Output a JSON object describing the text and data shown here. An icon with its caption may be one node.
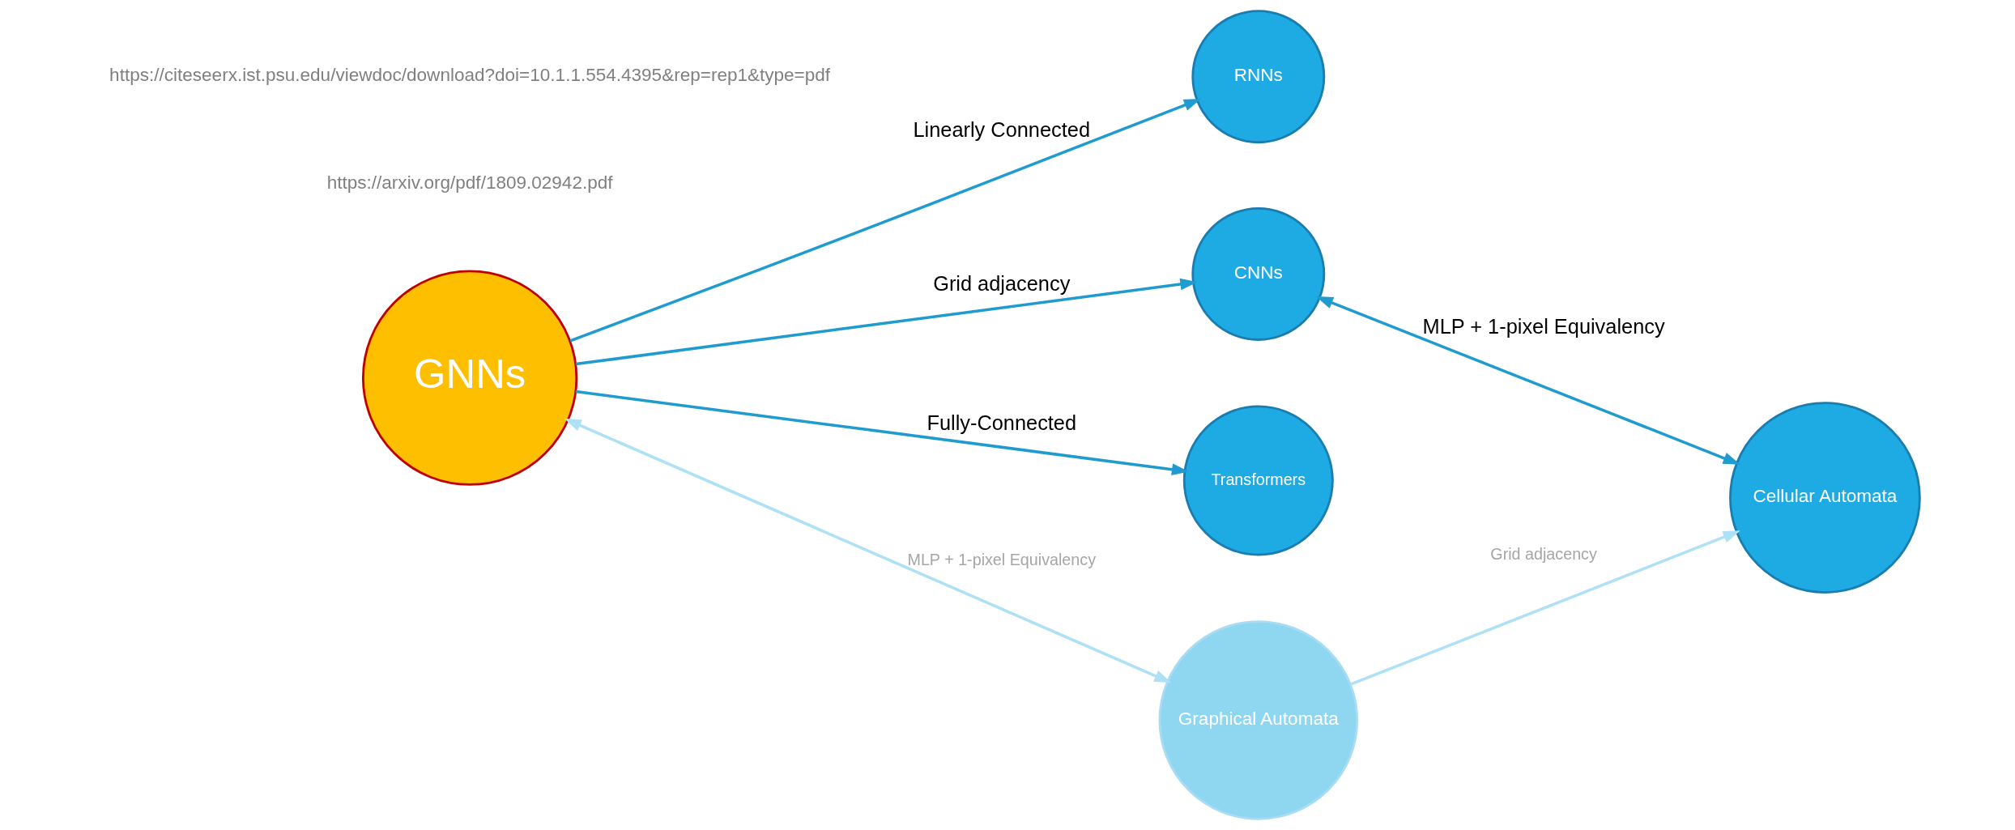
{
  "diagram": {
    "nodes": [
      {
        "text": [
          "RNNs"
        ]
      },
      {
        "text": [
          "CNNs"
        ]
      },
      {
        "text": [
          "GNNs"
        ]
      },
      {
        "text": [
          "Cellular Automata"
        ]
      },
      {
        "text": [
          "Transformers"
        ]
      },
      {
        "text": [
          "Graphical Automata"
        ]
      }
    ],
    "edges": [
      {
        "from": 2,
        "to": 0,
        "arrow": "to",
        "label": "Linearly Connected"
      },
      {
        "from": 2,
        "to": 1,
        "arrow": "to",
        "label": "Grid adjacency"
      },
      {
        "from": 1,
        "to": 3,
        "arrow": "both",
        "label": "MLP + 1-pixel Equivalency"
      },
      {
        "from": 2,
        "to": 4,
        "arrow": "to",
        "label": "Fully-Connected"
      },
      {
        "from": 2,
        "to": 5,
        "arrow": "both",
        "label": "MLP + 1-pixel Equivalency",
        "color": "#aee0f6"
      },
      {
        "from": 5,
        "to": 3,
        "arrow": "to",
        "label": "Grid adjacency",
        "color": "#aee0f6"
      }
    ],
    "labels": [
      "https://arxiv.org/pdf/1809.02942.pdf",
      "https://citeseerx.ist.psu.edu/viewdoc/download?doi=10.1.1.554.4395&rep=rep1&type=pdf"
    ]
  }
}
